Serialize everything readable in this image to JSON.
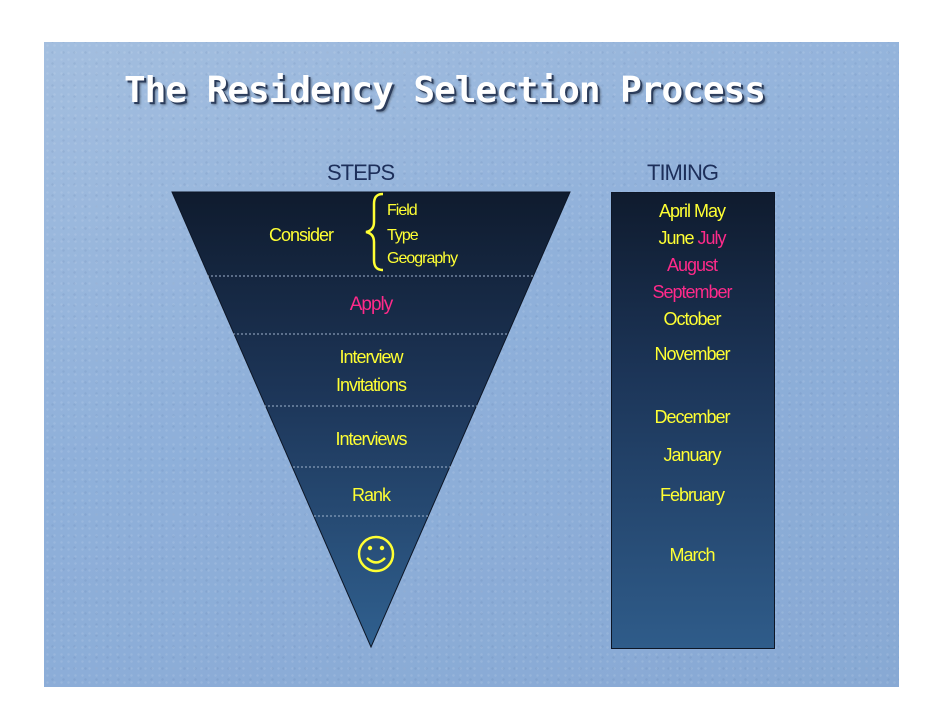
{
  "slide": {
    "title": "The Residency Selection Process",
    "headers": {
      "steps": "STEPS",
      "timing": "TIMING"
    },
    "colors": {
      "text_main": "#ffff33",
      "text_accent": "#ff2a8a",
      "funnel_top": "#0f1b2e",
      "funnel_bottom": "#2f5c8a"
    }
  },
  "steps": {
    "consider": "Consider",
    "consider_items": [
      "Field",
      "Type",
      "Geography"
    ],
    "apply": "Apply",
    "interview_line1": "Interview",
    "interview_line2": "Invitations",
    "interviews": "Interviews",
    "rank": "Rank",
    "end_icon": "smiley-face-icon"
  },
  "timing": {
    "row1": "April  May",
    "row2_a": "June",
    "row2_b": "July",
    "august": "August",
    "september": "September",
    "october": "October",
    "november": "November",
    "december": "December",
    "january": "January",
    "february": "February",
    "march": "March"
  }
}
